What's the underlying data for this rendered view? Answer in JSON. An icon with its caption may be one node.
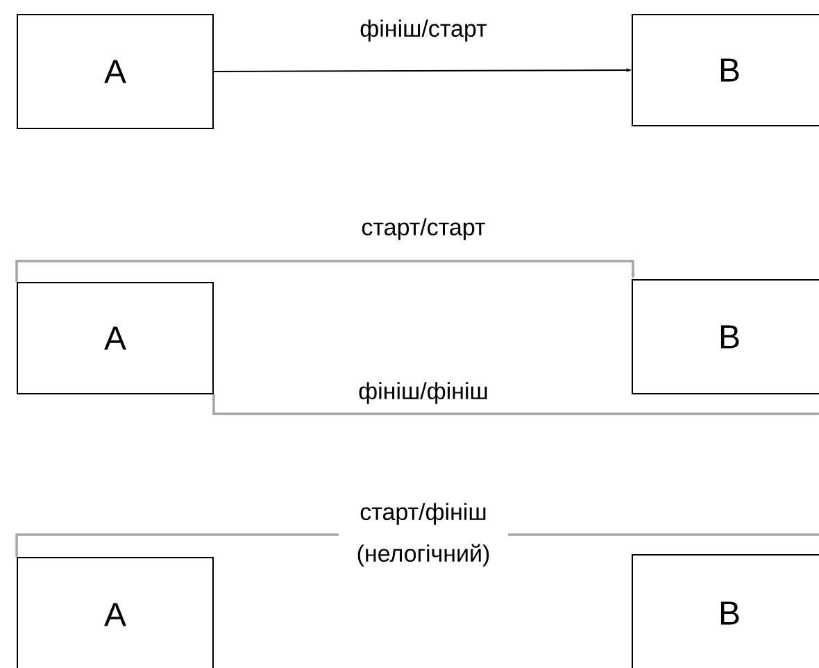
{
  "diagram": {
    "nodes": [
      {
        "text": [
          "A"
        ]
      },
      {
        "text": [
          "B"
        ]
      },
      {
        "text": [
          "A"
        ]
      },
      {
        "text": [
          "B"
        ]
      },
      {
        "text": [
          "A"
        ]
      },
      {
        "text": [
          "B"
        ]
      }
    ],
    "edges": [
      {
        "from": 0,
        "to": 1,
        "arrow": "to",
        "label": "фініш/старт",
        "color": "#000000"
      },
      {
        "from": 2,
        "to": 3,
        "arrow": "to",
        "label": "старт/старт",
        "color": "#a6a6a6"
      },
      {
        "from": 2,
        "to": 3,
        "arrow": "none",
        "label": "фініш/фініш",
        "color": "#a6a6a6"
      },
      {
        "from": 4,
        "to": 5,
        "arrow": "none",
        "label": "старт/фініш (нелогічний)",
        "color": "#a6a6a6"
      }
    ]
  }
}
